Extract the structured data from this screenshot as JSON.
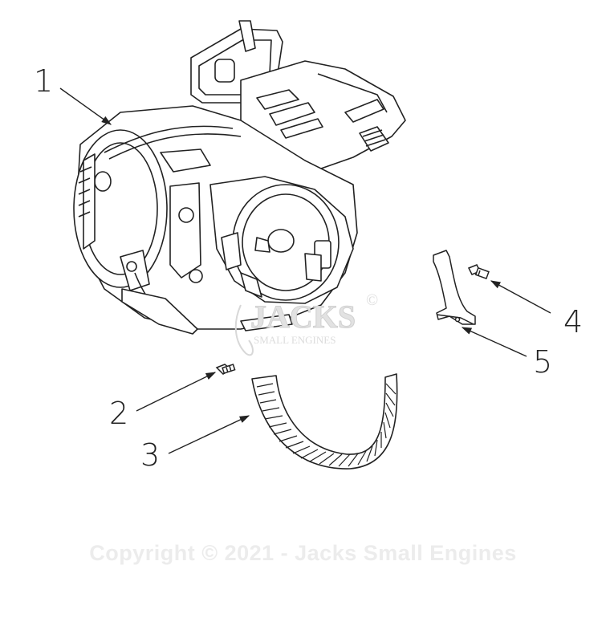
{
  "callouts": [
    {
      "id": "1",
      "label": "1"
    },
    {
      "id": "2",
      "label": "2"
    },
    {
      "id": "3",
      "label": "3"
    },
    {
      "id": "4",
      "label": "4"
    },
    {
      "id": "5",
      "label": "5"
    }
  ],
  "watermark": {
    "brand_text": "JACKS",
    "sub_text": "SMALL ENGINES",
    "registered_mark": "©"
  },
  "copyright": "Copyright © 2021 - Jacks Small Engines",
  "colors": {
    "line": "#222222",
    "watermark": "#d8d8d8",
    "copyright": "#ececec"
  }
}
